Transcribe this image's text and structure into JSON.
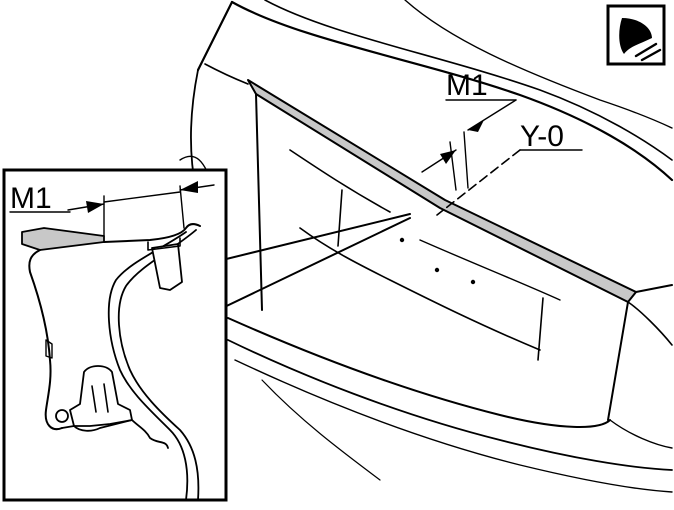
{
  "labels": {
    "callout_main": "M1",
    "callout_reference": "Y-0",
    "callout_inset": "M1"
  },
  "icons": {
    "corner_symbol": "installation-symbol-icon"
  },
  "colors": {
    "line": "#000000",
    "trim_strip": "#c8c8c8",
    "background": "#ffffff"
  }
}
